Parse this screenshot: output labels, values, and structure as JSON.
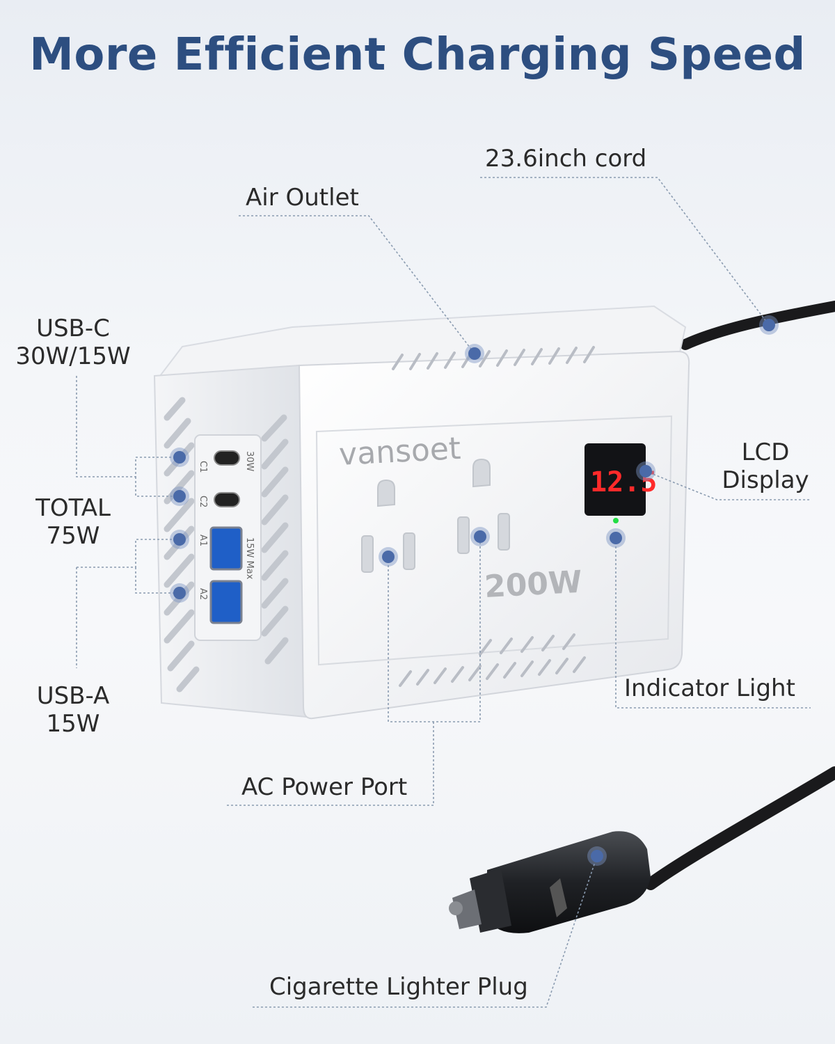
{
  "title": "More Efficient Charging Speed",
  "device": {
    "brand": "vansoet",
    "wattage": "200W",
    "lcd_reading": "12.5",
    "port_labels": [
      "C1",
      "C2",
      "A1",
      "A2"
    ],
    "side_labels": {
      "c1": "30W",
      "max": "15W Max"
    }
  },
  "callouts": {
    "cord": "23.6inch cord",
    "air_outlet": "Air Outlet",
    "usbc_line1": "USB-C",
    "usbc_line2": "30W/15W",
    "total_line1": "TOTAL",
    "total_line2": "75W",
    "usba_line1": "USB-A",
    "usba_line2": "15W",
    "lcd_line1": "LCD",
    "lcd_line2": "Display",
    "indicator": "Indicator Light",
    "ac_port": "AC Power Port",
    "plug": "Cigarette Lighter Plug"
  },
  "colors": {
    "title": "#2d4e80",
    "accent_dot": "#4a6aa8",
    "lcd_digits": "#ff2a2a",
    "indicator_led": "#22dd44"
  }
}
